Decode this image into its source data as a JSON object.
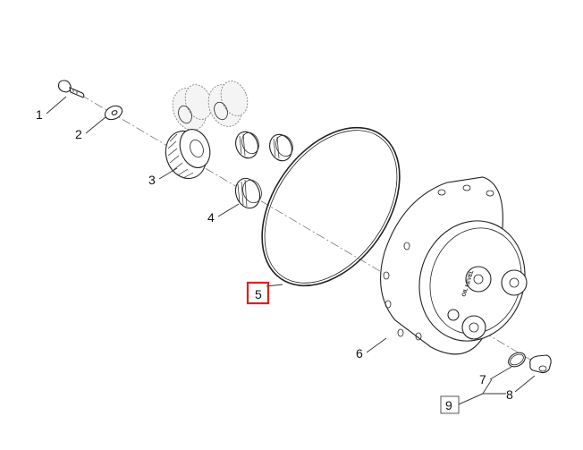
{
  "callouts": {
    "c1": "1",
    "c2": "2",
    "c3": "3",
    "c4": "4",
    "c5": "5",
    "c6": "6",
    "c7": "7",
    "c8": "8",
    "c9": "9"
  },
  "hub_marking": "OIL LEVEL",
  "highlight": {
    "selected_callout": "5",
    "color": "#e0201b"
  }
}
